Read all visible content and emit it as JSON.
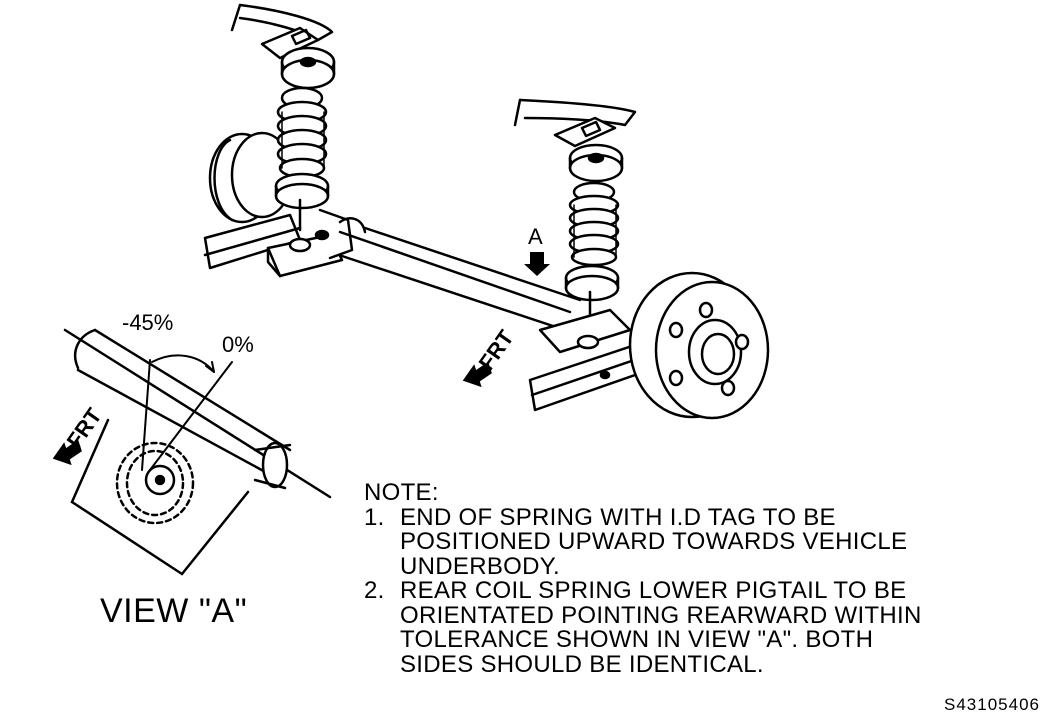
{
  "callouts": {
    "view_arrow": "A",
    "frt_main": "FRT",
    "frt_view": "FRT",
    "angle_min": "-45%",
    "angle_zero": "0%"
  },
  "view_label": "VIEW \"A\"",
  "note": {
    "title": "NOTE:",
    "items": [
      {
        "num": "1.",
        "text": "END OF SPRING WITH I.D TAG TO BE\nPOSITIONED UPWARD TOWARDS VEHICLE\nUNDERBODY."
      },
      {
        "num": "2.",
        "text": "REAR COIL SPRING LOWER PIGTAIL TO BE\nORIENTATED POINTING REARWARD WITHIN\nTOLERANCE SHOWN IN VIEW \"A\".  BOTH\nSIDES SHOULD BE IDENTICAL."
      }
    ]
  },
  "figure_code": "S43105406"
}
